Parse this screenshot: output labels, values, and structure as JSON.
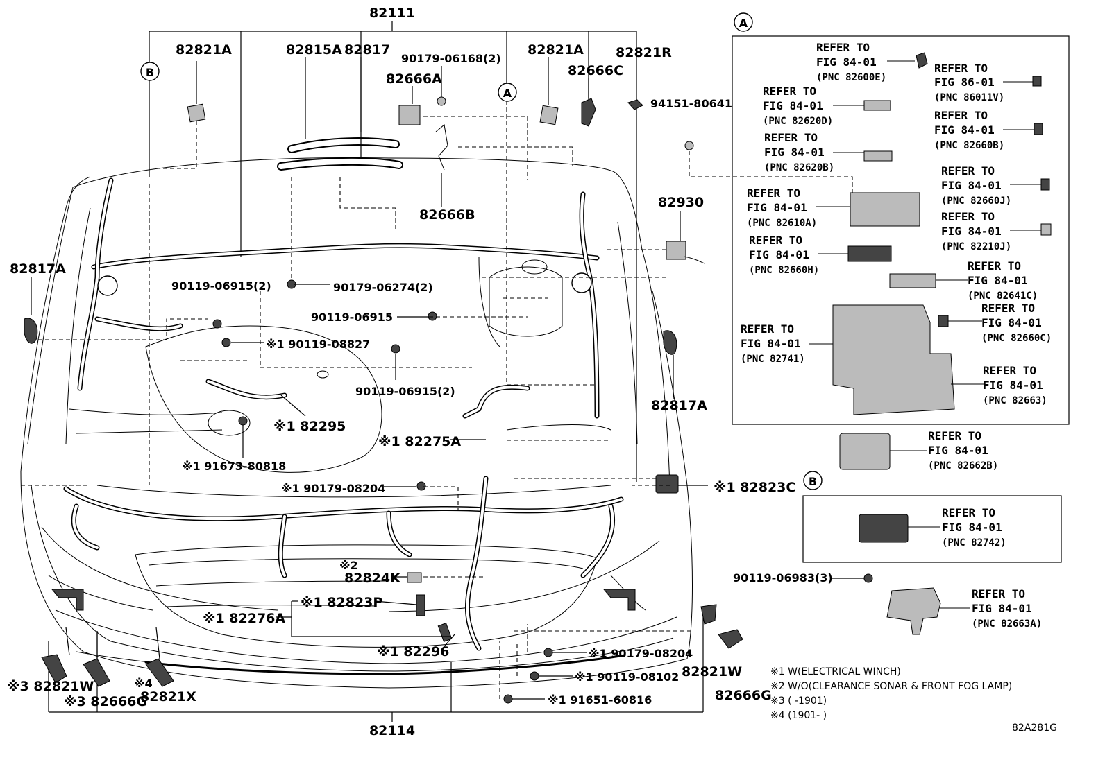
{
  "main_part": {
    "top": "82111",
    "bottom": "82114"
  },
  "callouts": {
    "A": "A",
    "B": "B"
  },
  "part_labels": [
    {
      "id": "p1",
      "text": "82821A"
    },
    {
      "id": "p2",
      "text": "82815A"
    },
    {
      "id": "p3",
      "text": "82817"
    },
    {
      "id": "p4",
      "text": "90179-06168(2)"
    },
    {
      "id": "p5",
      "text": "82666A"
    },
    {
      "id": "p6",
      "text": "82821A"
    },
    {
      "id": "p7",
      "text": "82666C"
    },
    {
      "id": "p8",
      "text": "82821R"
    },
    {
      "id": "p9",
      "text": "94151-80641"
    },
    {
      "id": "p10",
      "text": "82666B"
    },
    {
      "id": "p11",
      "text": "82930"
    },
    {
      "id": "p12",
      "text": "82817A"
    },
    {
      "id": "p13",
      "text": "90119-06915(2)"
    },
    {
      "id": "p14",
      "text": "90179-06274(2)"
    },
    {
      "id": "p15",
      "text": "90119-06915"
    },
    {
      "id": "p16",
      "text": "※1 90119-08827"
    },
    {
      "id": "p17",
      "text": "90119-06915(2)"
    },
    {
      "id": "p18",
      "text": "82817A"
    },
    {
      "id": "p19",
      "text": "※1 82295"
    },
    {
      "id": "p20",
      "text": "※1 82275A"
    },
    {
      "id": "p21",
      "text": "※1 91673-80818"
    },
    {
      "id": "p22",
      "text": "※1 90179-08204"
    },
    {
      "id": "p23",
      "text": "※1 82823C"
    },
    {
      "id": "p24",
      "text": "※2"
    },
    {
      "id": "p25",
      "text": "82824K"
    },
    {
      "id": "p26",
      "text": "※1 82823P"
    },
    {
      "id": "p27",
      "text": "※1 82276A"
    },
    {
      "id": "p28",
      "text": "※1 82296"
    },
    {
      "id": "p29",
      "text": "※1 90179-08204"
    },
    {
      "id": "p30",
      "text": "※1 90119-08102"
    },
    {
      "id": "p31",
      "text": "※1 91651-60816"
    },
    {
      "id": "p32",
      "text": "※3 82821W"
    },
    {
      "id": "p33",
      "text": "※3 82666G"
    },
    {
      "id": "p34",
      "text": "※4"
    },
    {
      "id": "p35",
      "text": "82821X"
    },
    {
      "id": "p36",
      "text": "82821W"
    },
    {
      "id": "p37",
      "text": "82666G"
    },
    {
      "id": "p38",
      "text": "90119-06983(3)"
    }
  ],
  "refers": [
    {
      "l1": "REFER TO",
      "l2": "FIG 84-01",
      "l3": "(PNC 82600E)"
    },
    {
      "l1": "REFER TO",
      "l2": "FIG 86-01",
      "l3": "(PNC 86011V)"
    },
    {
      "l1": "REFER TO",
      "l2": "FIG 84-01",
      "l3": "(PNC 82620D)"
    },
    {
      "l1": "REFER TO",
      "l2": "FIG 84-01",
      "l3": "(PNC 82660B)"
    },
    {
      "l1": "REFER TO",
      "l2": "FIG 84-01",
      "l3": "(PNC 82620B)"
    },
    {
      "l1": "REFER TO",
      "l2": "FIG 84-01",
      "l3": "(PNC 82660J)"
    },
    {
      "l1": "REFER TO",
      "l2": "FIG 84-01",
      "l3": "(PNC 82610A)"
    },
    {
      "l1": "REFER TO",
      "l2": "FIG 84-01",
      "l3": "(PNC 82210J)"
    },
    {
      "l1": "REFER TO",
      "l2": "FIG 84-01",
      "l3": "(PNC 82660H)"
    },
    {
      "l1": "REFER TO",
      "l2": "FIG 84-01",
      "l3": "(PNC 82641C)"
    },
    {
      "l1": "REFER TO",
      "l2": "FIG 84-01",
      "l3": "(PNC 82660C)"
    },
    {
      "l1": "REFER TO",
      "l2": "FIG 84-01",
      "l3": "(PNC 82741)"
    },
    {
      "l1": "REFER TO",
      "l2": "FIG 84-01",
      "l3": "(PNC 82663)"
    },
    {
      "l1": "REFER TO",
      "l2": "FIG 84-01",
      "l3": "(PNC 82662B)"
    },
    {
      "l1": "REFER TO",
      "l2": "FIG 84-01",
      "l3": "(PNC 82742)"
    },
    {
      "l1": "REFER TO",
      "l2": "FIG 84-01",
      "l3": "(PNC 82663A)"
    }
  ],
  "notes": [
    "※1 W(ELECTRICAL WINCH)",
    "※2 W/O(CLEARANCE SONAR & FRONT FOG LAMP)",
    "※3 (      -1901)",
    "※4 (1901-      )"
  ],
  "figure_code": "82A281G"
}
